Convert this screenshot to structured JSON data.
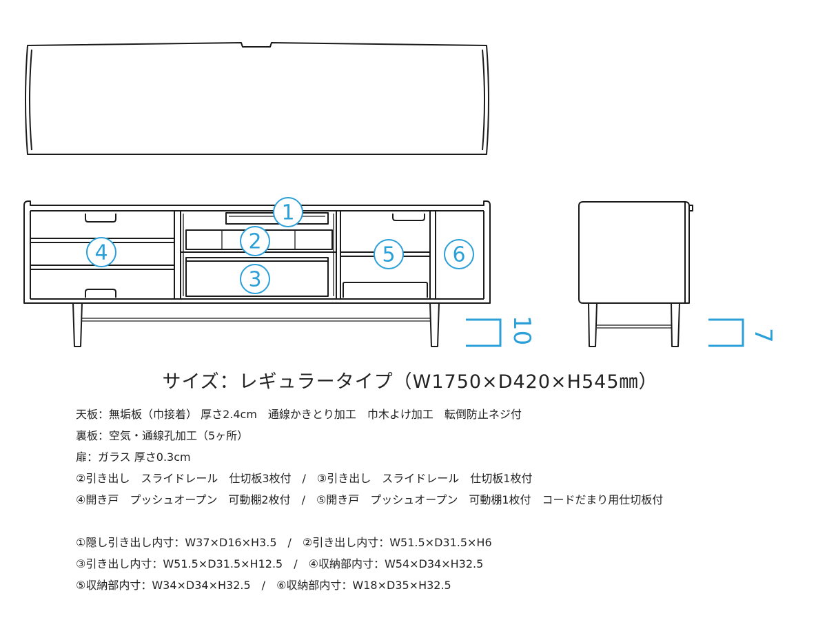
{
  "labels": [
    "1",
    "2",
    "3",
    "4",
    "5",
    "6"
  ],
  "dimensions": {
    "front_leg": "10",
    "side_leg": "7"
  },
  "title": "サイズ：レギュラータイプ（W1750×D420×H545㎜）",
  "spec_lines": [
    "天板：無垢板（巾接着） 厚さ2.4cm　通線かきとり加工　巾木よけ加工　転倒防止ネジ付",
    "裏板：空気・通線孔加工（5ヶ所）",
    "扉：ガラス 厚さ0.3cm",
    "②引き出し　スライドレール　仕切板3枚付　/　③引き出し　スライドレール　仕切板1枚付",
    "④開き戸　プッシュオープン　可動棚2枚付　/　⑤開き戸　プッシュオープン　可動棚1枚付　コードだまり用仕切板付"
  ],
  "inner_dimensions": [
    "①隠し引き出し内寸：W37×D16×H3.5　/　②引き出し内寸：W51.5×D31.5×H6",
    "③引き出し内寸：W51.5×D31.5×H12.5　/　④収納部内寸：W54×D34×H32.5",
    "⑤収納部内寸：W34×D34×H32.5　/　⑥収納部内寸：W18×D35×H32.5"
  ]
}
